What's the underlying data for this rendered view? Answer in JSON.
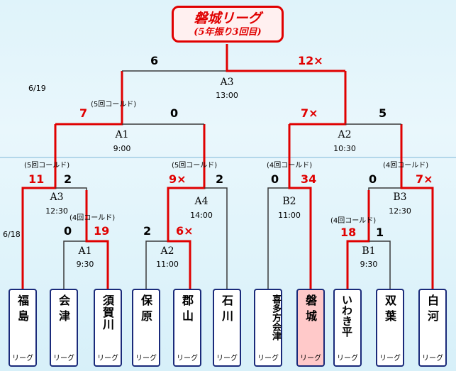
{
  "title": {
    "main": "磐城リーグ",
    "sub": "(5年振り3回目)"
  },
  "dates": {
    "day1": "6/18",
    "day2": "6/19"
  },
  "teams": [
    {
      "name": "福島",
      "league": "リーグ"
    },
    {
      "name": "会津",
      "league": "リーグ"
    },
    {
      "name": "須賀川",
      "league": "リーグ"
    },
    {
      "name": "保原",
      "league": "リーグ"
    },
    {
      "name": "郡山",
      "league": "リーグ"
    },
    {
      "name": "石川",
      "league": "リーグ"
    },
    {
      "name": "喜多方会津",
      "league": "リーグ"
    },
    {
      "name": "磐城",
      "league": "リーグ",
      "host": true
    },
    {
      "name": "いわき平",
      "league": "リーグ"
    },
    {
      "name": "双葉",
      "league": "リーグ"
    },
    {
      "name": "白河",
      "league": "リーグ"
    }
  ],
  "matches": {
    "a1_first": {
      "label": "A1",
      "time": "9:30",
      "left_score": "0",
      "right_score": "19",
      "note": "(4回コールド)"
    },
    "a2_first": {
      "label": "A2",
      "time": "11:00",
      "left_score": "2",
      "right_score": "6×"
    },
    "b1_first": {
      "label": "B1",
      "time": "9:30",
      "left_score": "18",
      "right_score": "1",
      "note": "(4回コールド)"
    },
    "a3_first": {
      "label": "A3",
      "time": "12:30",
      "left_score": "11",
      "right_score": "2",
      "note": "(5回コールド)"
    },
    "a4_first": {
      "label": "A4",
      "time": "14:00",
      "left_score": "9×",
      "right_score": "2",
      "note": "(5回コールド)"
    },
    "b2_first": {
      "label": "B2",
      "time": "11:00",
      "left_score": "0",
      "right_score": "34",
      "note": "(4回コールド)"
    },
    "b3_first": {
      "label": "B3",
      "time": "12:30",
      "left_score": "0",
      "right_score": "7×",
      "note": "(4回コールド)"
    },
    "a1_second": {
      "label": "A1",
      "time": "9:00",
      "left_score": "7",
      "right_score": "0",
      "note": "(5回コールド)"
    },
    "a2_second": {
      "label": "A2",
      "time": "10:30",
      "left_score": "7×",
      "right_score": "5"
    },
    "a3_final": {
      "label": "A3",
      "time": "13:00",
      "left_score": "6",
      "right_score": "12×"
    }
  },
  "colors": {
    "win": "#e00000",
    "line": "#3a3a3a",
    "frame": "#1a2a7a",
    "host": "#ffc9c9"
  }
}
